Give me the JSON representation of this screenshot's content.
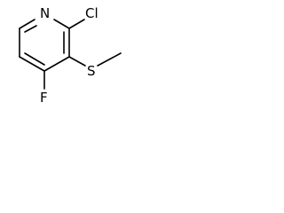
{
  "molecule": {
    "atoms": {
      "nitrogen": "N",
      "chlorine": "Cl",
      "sulfur": "S",
      "fluorine": "F"
    }
  }
}
